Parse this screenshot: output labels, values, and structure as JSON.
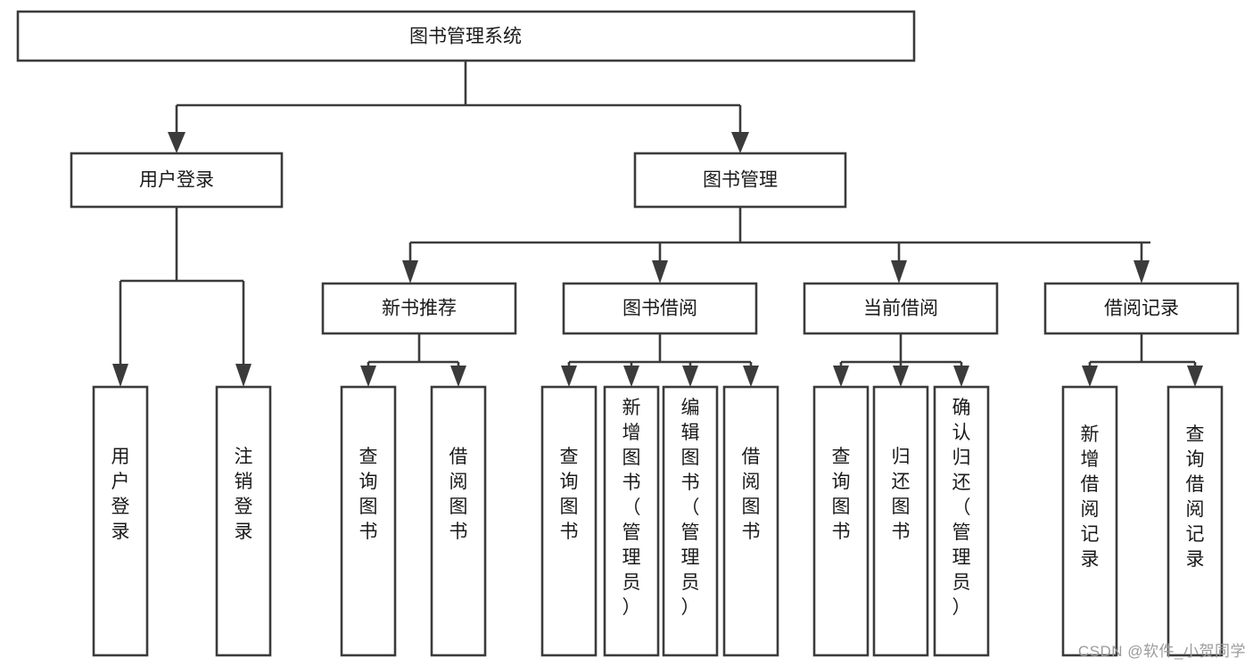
{
  "diagram": {
    "type": "tree-hierarchy-chart",
    "title": "图书管理系统",
    "root": {
      "id": "root",
      "label": "图书管理系统"
    },
    "level2": [
      {
        "id": "user-login",
        "label": "用户登录"
      },
      {
        "id": "book-manage",
        "label": "图书管理"
      }
    ],
    "level3": [
      {
        "id": "new-book-recommend",
        "label": "新书推荐",
        "parent": "book-manage"
      },
      {
        "id": "book-borrow",
        "label": "图书借阅",
        "parent": "book-manage"
      },
      {
        "id": "current-borrow",
        "label": "当前借阅",
        "parent": "book-manage"
      },
      {
        "id": "borrow-record",
        "label": "借阅记录",
        "parent": "book-manage"
      }
    ],
    "leaves": [
      {
        "id": "leaf-user-login",
        "label": "用户登录",
        "parent": "user-login"
      },
      {
        "id": "leaf-user-logout",
        "label": "注销登录",
        "parent": "user-login"
      },
      {
        "id": "leaf-query-book-1",
        "label": "查询图书",
        "parent": "new-book-recommend"
      },
      {
        "id": "leaf-borrow-book-1",
        "label": "借阅图书",
        "parent": "new-book-recommend"
      },
      {
        "id": "leaf-query-book-2",
        "label": "查询图书",
        "parent": "book-borrow"
      },
      {
        "id": "leaf-add-book",
        "label": "新增图书（管理员）",
        "parent": "book-borrow"
      },
      {
        "id": "leaf-edit-book",
        "label": "编辑图书（管理员）",
        "parent": "book-borrow"
      },
      {
        "id": "leaf-borrow-book-2",
        "label": "借阅图书",
        "parent": "book-borrow"
      },
      {
        "id": "leaf-query-book-3",
        "label": "查询图书",
        "parent": "current-borrow"
      },
      {
        "id": "leaf-return-book",
        "label": "归还图书",
        "parent": "current-borrow"
      },
      {
        "id": "leaf-confirm-return",
        "label": "确认归还（管理员）",
        "parent": "current-borrow"
      },
      {
        "id": "leaf-add-record",
        "label": "新增借阅记录",
        "parent": "borrow-record"
      },
      {
        "id": "leaf-query-record",
        "label": "查询借阅记录",
        "parent": "borrow-record"
      }
    ],
    "colors": {
      "stroke": "#3b3b3b",
      "fill": "#ffffff",
      "text": "#1a1a1a",
      "watermark": "#9b9b9b"
    }
  },
  "watermark": {
    "text": "CSDN @软件_小贺同学"
  }
}
